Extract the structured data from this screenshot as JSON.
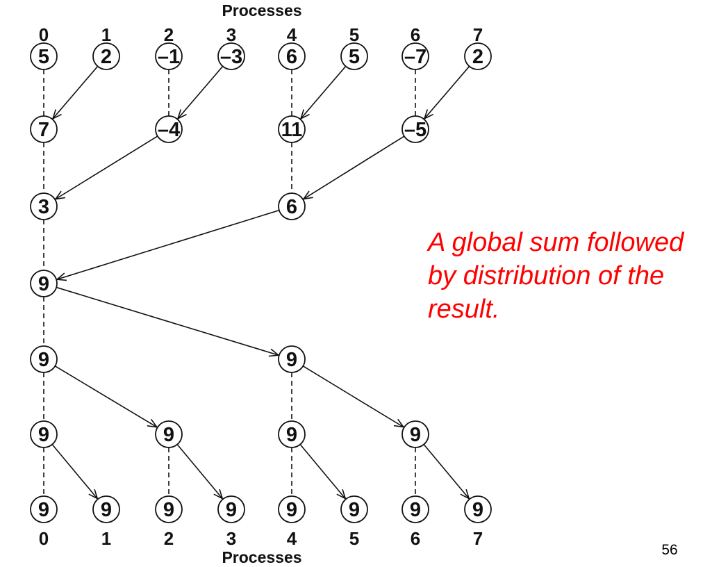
{
  "diagram": {
    "top_label": "Processes",
    "bottom_label": "Processes",
    "top_process_ids": [
      "0",
      "1",
      "2",
      "3",
      "4",
      "5",
      "6",
      "7"
    ],
    "bottom_process_ids": [
      "0",
      "1",
      "2",
      "3",
      "4",
      "5",
      "6",
      "7"
    ],
    "columns_x": [
      63,
      153,
      243,
      333,
      420,
      510,
      598,
      688
    ],
    "rows_y": [
      81,
      186,
      297,
      408,
      517,
      625,
      733
    ],
    "circle_radius": 19,
    "stroke_color": "#111111",
    "nodes": [
      {
        "col": 0,
        "row": 0,
        "value": "5"
      },
      {
        "col": 1,
        "row": 0,
        "value": "2"
      },
      {
        "col": 2,
        "row": 0,
        "value": "–1"
      },
      {
        "col": 3,
        "row": 0,
        "value": "–3"
      },
      {
        "col": 4,
        "row": 0,
        "value": "6"
      },
      {
        "col": 5,
        "row": 0,
        "value": "5"
      },
      {
        "col": 6,
        "row": 0,
        "value": "–7"
      },
      {
        "col": 7,
        "row": 0,
        "value": "2"
      },
      {
        "col": 0,
        "row": 1,
        "value": "7"
      },
      {
        "col": 2,
        "row": 1,
        "value": "–4"
      },
      {
        "col": 4,
        "row": 1,
        "value": "11"
      },
      {
        "col": 6,
        "row": 1,
        "value": "–5"
      },
      {
        "col": 0,
        "row": 2,
        "value": "3"
      },
      {
        "col": 4,
        "row": 2,
        "value": "6"
      },
      {
        "col": 0,
        "row": 3,
        "value": "9"
      },
      {
        "col": 0,
        "row": 4,
        "value": "9"
      },
      {
        "col": 4,
        "row": 4,
        "value": "9"
      },
      {
        "col": 0,
        "row": 5,
        "value": "9"
      },
      {
        "col": 2,
        "row": 5,
        "value": "9"
      },
      {
        "col": 4,
        "row": 5,
        "value": "9"
      },
      {
        "col": 6,
        "row": 5,
        "value": "9"
      },
      {
        "col": 0,
        "row": 6,
        "value": "9"
      },
      {
        "col": 1,
        "row": 6,
        "value": "9"
      },
      {
        "col": 2,
        "row": 6,
        "value": "9"
      },
      {
        "col": 3,
        "row": 6,
        "value": "9"
      },
      {
        "col": 4,
        "row": 6,
        "value": "9"
      },
      {
        "col": 5,
        "row": 6,
        "value": "9"
      },
      {
        "col": 6,
        "row": 6,
        "value": "9"
      },
      {
        "col": 7,
        "row": 6,
        "value": "9"
      }
    ],
    "dashed_edges": [
      {
        "col": 0,
        "from_row": 0,
        "to_row": 1
      },
      {
        "col": 0,
        "from_row": 1,
        "to_row": 2
      },
      {
        "col": 0,
        "from_row": 2,
        "to_row": 3
      },
      {
        "col": 0,
        "from_row": 3,
        "to_row": 4
      },
      {
        "col": 0,
        "from_row": 4,
        "to_row": 5
      },
      {
        "col": 0,
        "from_row": 5,
        "to_row": 6
      },
      {
        "col": 2,
        "from_row": 0,
        "to_row": 1
      },
      {
        "col": 2,
        "from_row": 5,
        "to_row": 6
      },
      {
        "col": 4,
        "from_row": 0,
        "to_row": 1
      },
      {
        "col": 4,
        "from_row": 1,
        "to_row": 2
      },
      {
        "col": 4,
        "from_row": 4,
        "to_row": 5
      },
      {
        "col": 4,
        "from_row": 5,
        "to_row": 6
      },
      {
        "col": 6,
        "from_row": 0,
        "to_row": 1
      },
      {
        "col": 6,
        "from_row": 5,
        "to_row": 6
      }
    ],
    "arrows": [
      {
        "from_col": 1,
        "from_row": 0,
        "to_col": 0,
        "to_row": 1
      },
      {
        "from_col": 3,
        "from_row": 0,
        "to_col": 2,
        "to_row": 1
      },
      {
        "from_col": 5,
        "from_row": 0,
        "to_col": 4,
        "to_row": 1
      },
      {
        "from_col": 7,
        "from_row": 0,
        "to_col": 6,
        "to_row": 1
      },
      {
        "from_col": 2,
        "from_row": 1,
        "to_col": 0,
        "to_row": 2
      },
      {
        "from_col": 6,
        "from_row": 1,
        "to_col": 4,
        "to_row": 2
      },
      {
        "from_col": 4,
        "from_row": 2,
        "to_col": 0,
        "to_row": 3
      },
      {
        "from_col": 0,
        "from_row": 3,
        "to_col": 4,
        "to_row": 4
      },
      {
        "from_col": 0,
        "from_row": 4,
        "to_col": 2,
        "to_row": 5
      },
      {
        "from_col": 4,
        "from_row": 4,
        "to_col": 6,
        "to_row": 5
      },
      {
        "from_col": 0,
        "from_row": 5,
        "to_col": 1,
        "to_row": 6
      },
      {
        "from_col": 2,
        "from_row": 5,
        "to_col": 3,
        "to_row": 6
      },
      {
        "from_col": 4,
        "from_row": 5,
        "to_col": 5,
        "to_row": 6
      },
      {
        "from_col": 6,
        "from_row": 5,
        "to_col": 7,
        "to_row": 6
      }
    ]
  },
  "annotation": {
    "lines": [
      "A global sum followed",
      "by distribution of the",
      "result."
    ],
    "color": "#FF0000"
  },
  "page_number": "56"
}
